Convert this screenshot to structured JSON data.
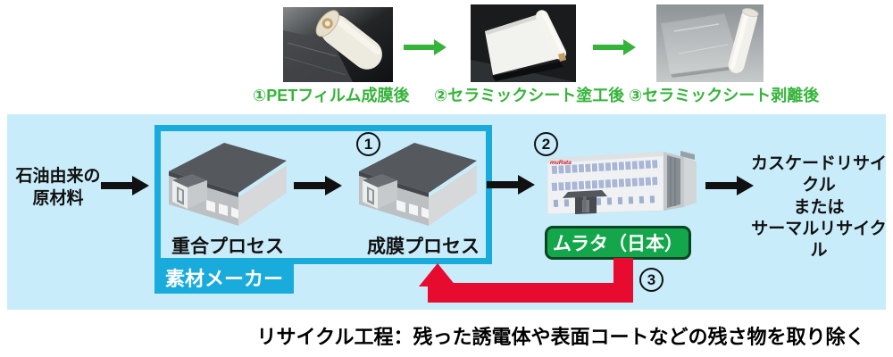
{
  "colors": {
    "band_bg": "#c9ecfb",
    "cyan": "#1aabdd",
    "green": "#35b43a",
    "label_green": "#13a64a",
    "label_green_border": "#0b4422",
    "red": "#e60b2f",
    "ink": "#111111"
  },
  "top_row": {
    "captions": [
      "①PETフィルム成膜後",
      "②セラミックシート塗工後",
      "③セラミックシート剥離後"
    ],
    "photo_names": [
      "PETフィルムロール",
      "セラミックシート塗工",
      "セラミックシート剥離"
    ]
  },
  "flow": {
    "source_line1": "石油由来の",
    "source_line2": "原材料",
    "group_label": "素材メーカー",
    "factory1_label": "重合プロセス",
    "factory2_label": "成膜プロセス",
    "step1": "1",
    "step2": "2",
    "step3": "3",
    "murata_label": "ムラタ（日本）",
    "output_line1": "カスケードリサイクル",
    "output_line2": "または",
    "output_line3": "サーマルリサイクル"
  },
  "footer": {
    "caption": "リサイクル工程：残った誘電体や表面コートなどの残さ物を取り除く"
  }
}
